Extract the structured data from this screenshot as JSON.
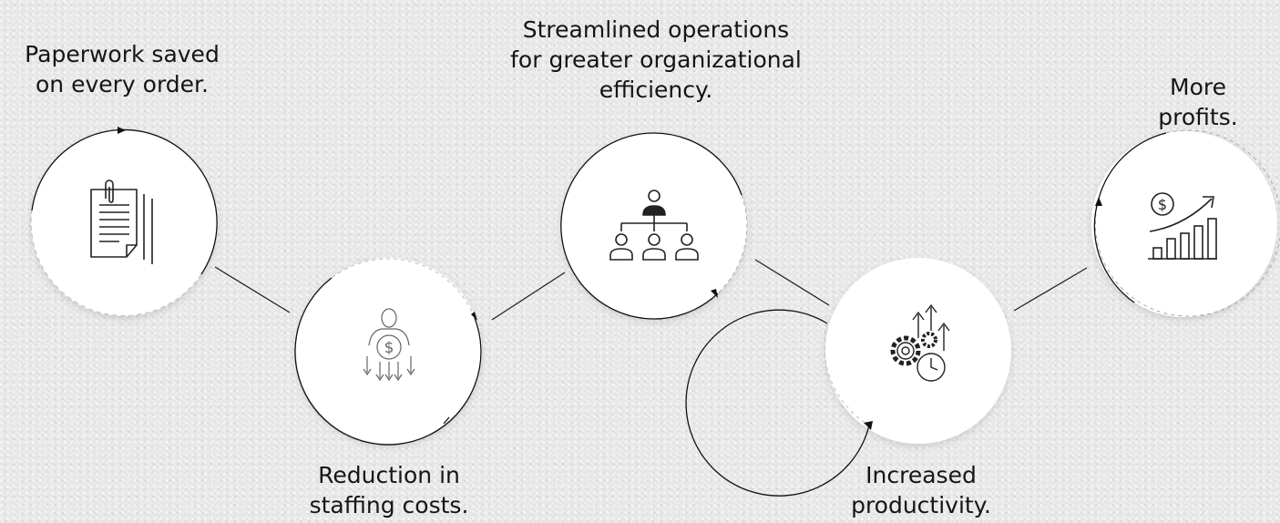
{
  "steps": [
    {
      "text": "Paperwork saved\non every order.",
      "icon": "document-paperclip-icon"
    },
    {
      "text": "Reduction in\nstaffing costs.",
      "icon": "person-dollar-down-arrows-icon"
    },
    {
      "text": "Streamlined operations\nfor greater organizational\nefficiency.",
      "icon": "org-chart-icon"
    },
    {
      "text": "Increased\nproductivity.",
      "icon": "gears-clock-up-arrows-icon"
    },
    {
      "text": "More\nprofits.",
      "icon": "dollar-growth-chart-icon"
    }
  ],
  "colors": {
    "circle_fill": "#ffffff",
    "stroke": "#111111",
    "accent_dash": "#c9a2ad",
    "background": "#ebebeb"
  }
}
